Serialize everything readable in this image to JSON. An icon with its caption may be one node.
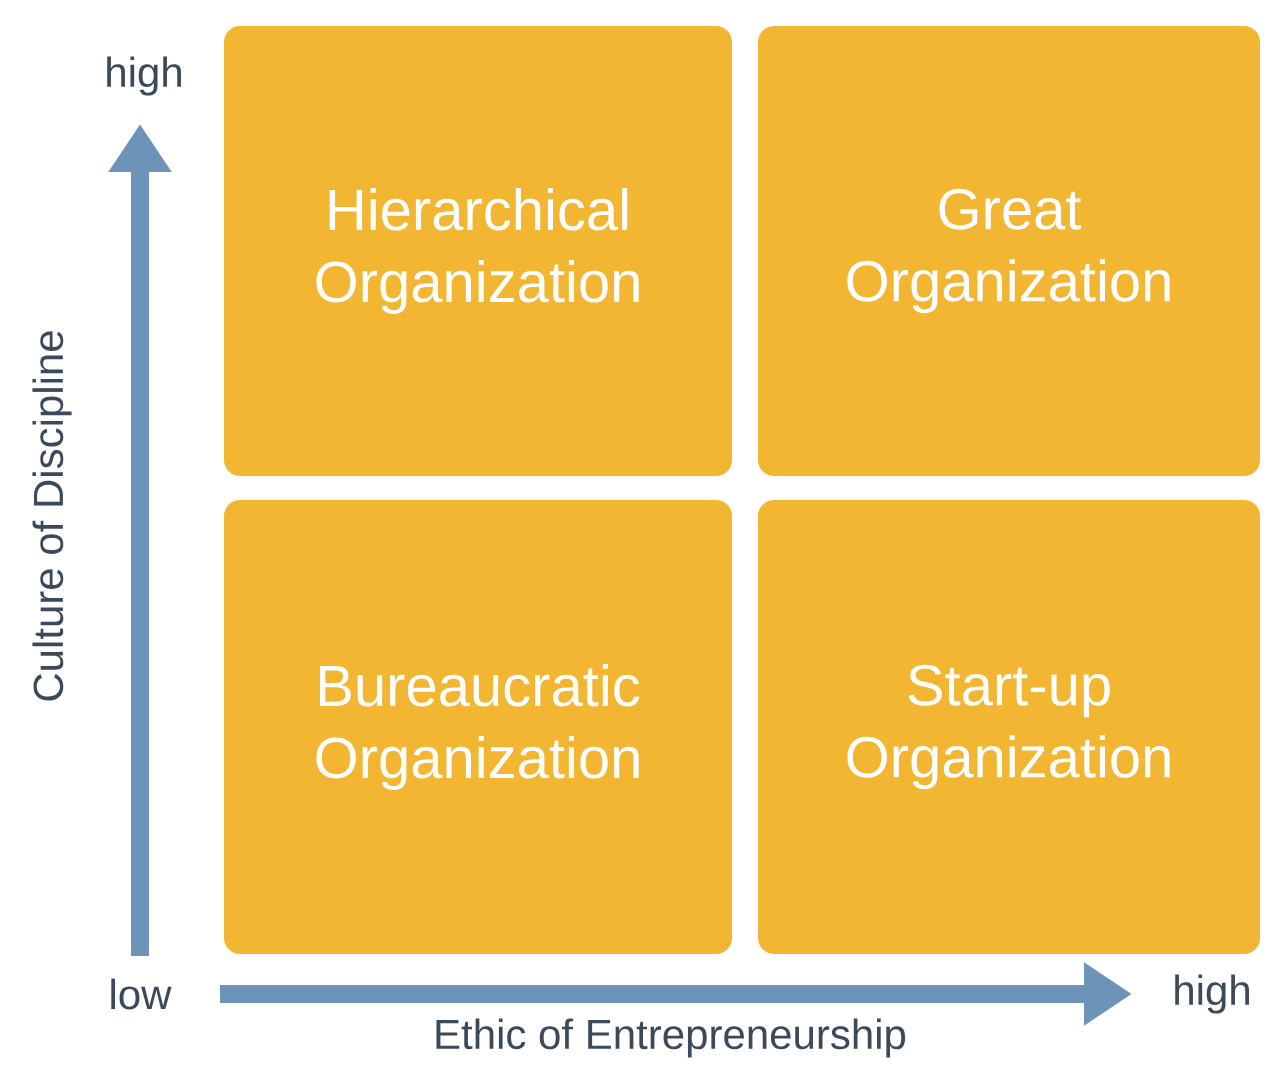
{
  "diagram": {
    "nodes": [
      {
        "text": [
          "Hierarchical Organization"
        ]
      },
      {
        "text": [
          "Great Organization"
        ]
      },
      {
        "text": [
          "Bureaucratic Organization"
        ]
      },
      {
        "text": [
          "Start-up Organization"
        ]
      }
    ],
    "labels": [
      "high",
      "Culture of Discipline",
      "low",
      "high",
      "Ethic of Entrepreneurship"
    ]
  }
}
